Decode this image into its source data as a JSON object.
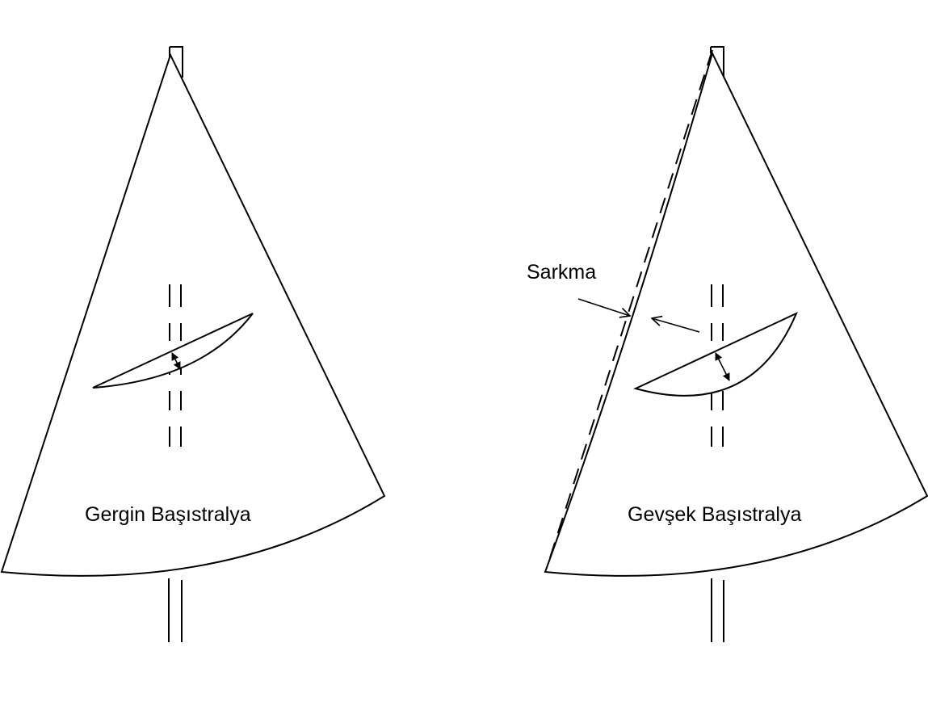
{
  "labels": {
    "left_caption": "Gergin Başıstralya",
    "right_caption": "Gevşek Başıstralya",
    "sag_label": "Sarkma"
  },
  "colors": {
    "line": "#000000",
    "background": "#ffffff"
  }
}
